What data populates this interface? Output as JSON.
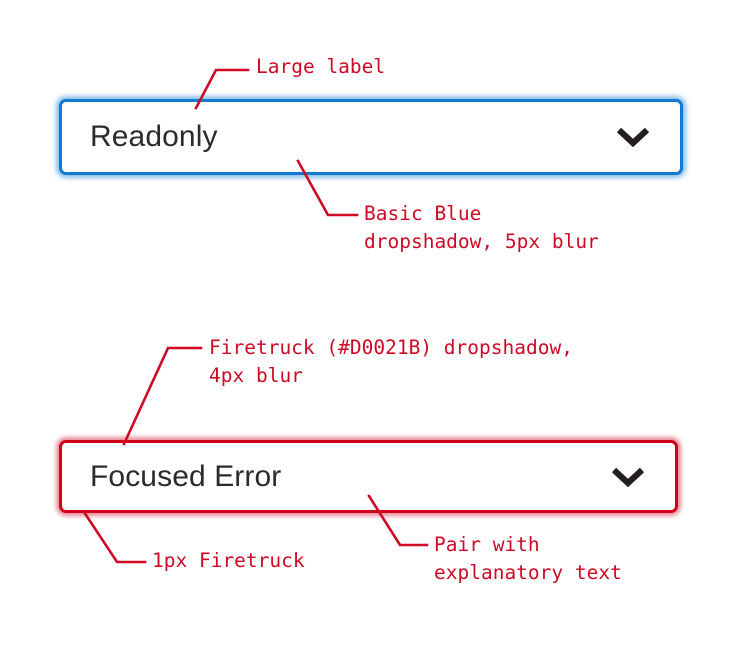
{
  "page": {
    "title": "Form Field Annotation Spec",
    "background_color": "#FFFFFF",
    "annotation_color": "#CE0A24"
  },
  "fields": [
    {
      "name": "readonly-select",
      "label": "Readonly",
      "state": "readonly",
      "border_color": "#1479D0",
      "border_width": "3px",
      "glow_color": "#2A8CD8",
      "glow_blur": "5px",
      "icon": "chevron-down-icon"
    },
    {
      "name": "focused-error-select",
      "label": "Focused Error",
      "state": "focused-error",
      "border_color": "#D0021B",
      "border_width": "1px",
      "glow_color": "#D0021B",
      "glow_blur": "4px",
      "icon": "chevron-down-icon"
    }
  ],
  "annotations": [
    {
      "id": "large-label",
      "text": "Large label",
      "target": "readonly-select-label"
    },
    {
      "id": "basic-blue",
      "text": "Basic Blue\ndropshadow, 5px blur",
      "target": "readonly-select-border"
    },
    {
      "id": "firetruck-dropshadow",
      "text": "Firetruck (#D0021B) dropshadow,\n4px blur",
      "target": "focused-error-select-glow"
    },
    {
      "id": "one-px-firetruck",
      "text": "1px Firetruck",
      "target": "focused-error-select-border"
    },
    {
      "id": "pair-with-explanatory-text",
      "text": "Pair with\nexplanatory text",
      "target": "focused-error-select-helper"
    }
  ],
  "colors": {
    "firetruck": "#D0021B",
    "basic_blue": "#1479D0",
    "label_text": "#2B2B2B"
  }
}
